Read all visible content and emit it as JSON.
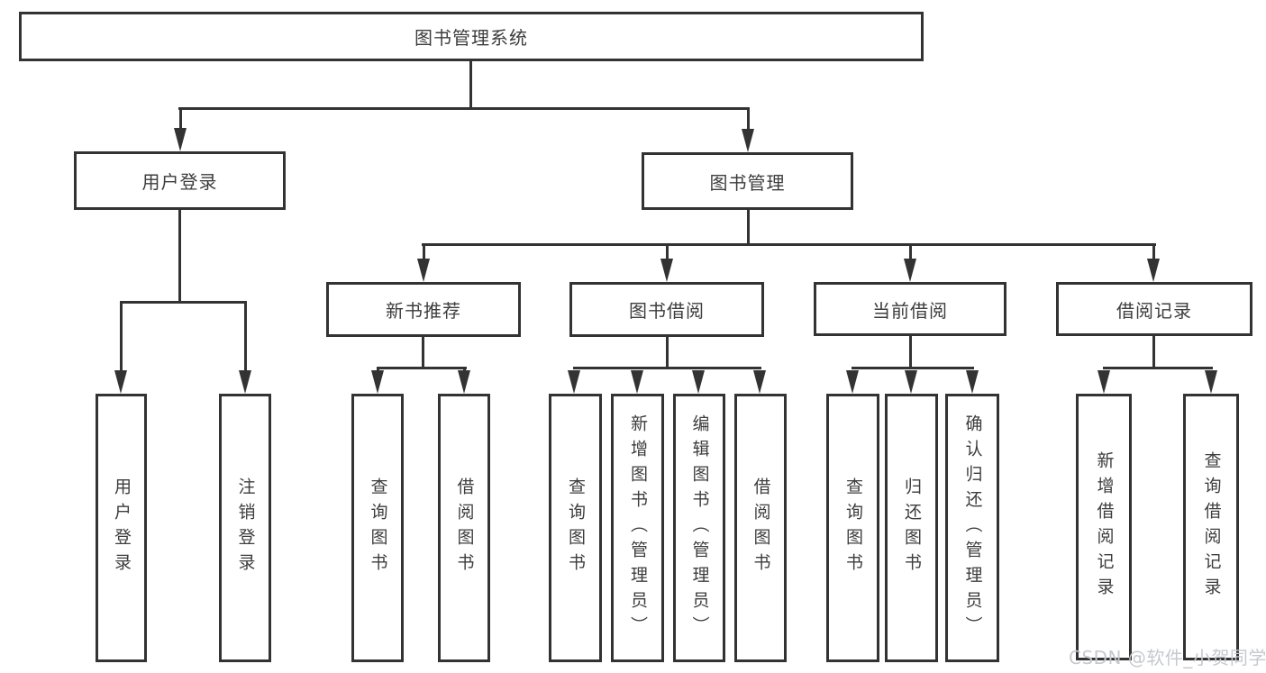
{
  "diagram": {
    "root": {
      "label": "图书管理系统"
    },
    "branches": [
      {
        "label": "用户登录",
        "children": [
          {
            "label": "用户登录"
          },
          {
            "label": "注销登录"
          }
        ]
      },
      {
        "label": "图书管理",
        "children": [
          {
            "label": "新书推荐",
            "children": [
              {
                "label": "查询图书"
              },
              {
                "label": "借阅图书"
              }
            ]
          },
          {
            "label": "图书借阅",
            "children": [
              {
                "label": "查询图书"
              },
              {
                "label": "新增图书（管理员）"
              },
              {
                "label": "编辑图书（管理员）"
              },
              {
                "label": "借阅图书"
              }
            ]
          },
          {
            "label": "当前借阅",
            "children": [
              {
                "label": "查询图书"
              },
              {
                "label": "归还图书"
              },
              {
                "label": "确认归还（管理员）"
              }
            ]
          },
          {
            "label": "借阅记录",
            "children": [
              {
                "label": "新增借阅记录"
              },
              {
                "label": "查询借阅记录"
              }
            ]
          }
        ]
      }
    ]
  },
  "watermark": {
    "text": "CSDN @软件_小贺同学"
  },
  "colors": {
    "line": "#333333",
    "box_border": "#333333",
    "text": "#3d3d3d",
    "watermark": "#c5c9ce",
    "background": "#ffffff"
  }
}
